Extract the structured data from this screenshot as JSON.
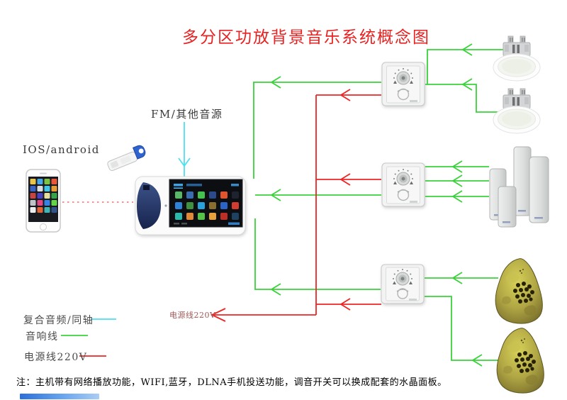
{
  "title": "多分区功放背景音乐系统概念图",
  "labels": {
    "os": "IOS/android",
    "fm": "FM/其他音源",
    "power_branch": "电源线220V"
  },
  "legend": [
    {
      "label": "复合音频/同轴",
      "color": "#4ddff0"
    },
    {
      "label": "音响线",
      "color": "#3ad23a"
    },
    {
      "label": "电源线220V",
      "color": "#ee2525"
    }
  ],
  "note": "注：主机带有网络播放功能，WIFI,蓝牙，DLNA手机投送功能，调音开关可以换成配套的水晶面板。",
  "colors": {
    "title": "#e82121",
    "note": "#e23333",
    "audio_line": "#3ad23a",
    "power_line": "#ee2525",
    "coax_line": "#4ddff0",
    "pair_link": "#ef8585"
  },
  "host_screen_icons": [
    "#58b868",
    "#3a6cb0",
    "#46c04e",
    "#2c4a8a",
    "#e0552e",
    "#1d2430",
    "#2e82d8",
    "#3f9040",
    "#28a2da",
    "#8a6e30",
    "#2a64c6",
    "#d43c30",
    "#2cb8aa",
    "#e08a38",
    "#55c248",
    "#e8a23c",
    "#bc2e26",
    "#204260"
  ],
  "phone_screen_icons": [
    "#e8c44c",
    "#46a6e6",
    "#7cc344",
    "#e85838",
    "#3a62c4",
    "#d8dce0",
    "#42c4e4",
    "#e89a36",
    "#c44642",
    "#4842c0",
    "#e6e0a0",
    "#38a24a",
    "#c0c4c8",
    "#e04884",
    "#3484e4",
    "#62d446",
    "#eceef0",
    "#e06434",
    "#42b4b4",
    "#32528a"
  ]
}
